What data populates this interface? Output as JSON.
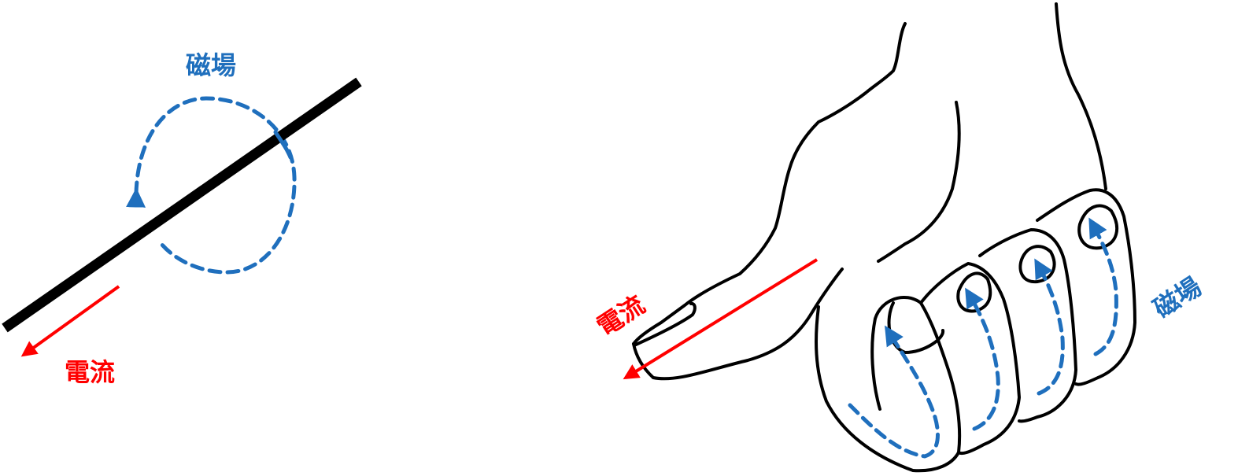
{
  "colors": {
    "current": "#ff0000",
    "field": "#1f6fbd",
    "line": "#000000"
  },
  "left_diagram": {
    "field_label": "磁場",
    "current_label": "電流"
  },
  "right_diagram": {
    "field_label": "磁場",
    "current_label": "電流"
  }
}
